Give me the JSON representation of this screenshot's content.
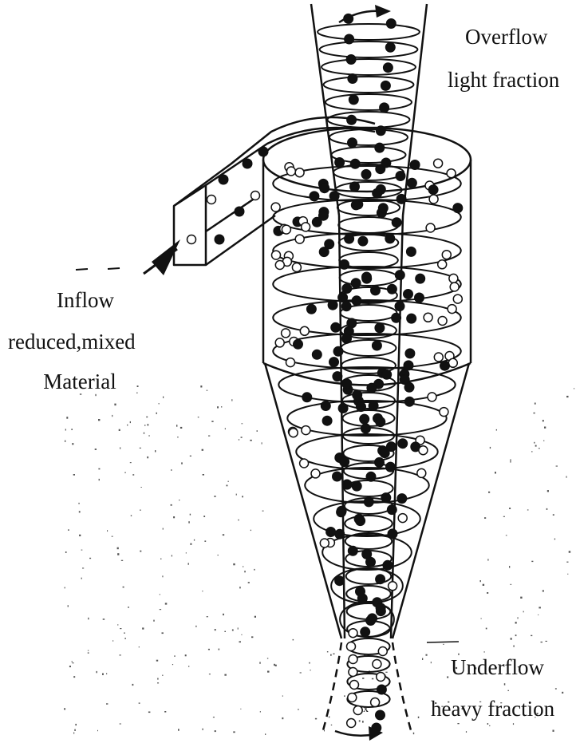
{
  "labels": {
    "overflow_title": "Overflow",
    "overflow_sub": "light fraction",
    "inflow_title": "Inflow",
    "inflow_sub1": "reduced,mixed",
    "inflow_sub2": "Material",
    "underflow_title": "Underflow",
    "underflow_sub": "heavy fraction",
    "particle_mark": "x"
  },
  "legend_colors": {
    "light_particle": "#111111",
    "heavy_particle": "#ffffff",
    "outline": "#111111"
  }
}
